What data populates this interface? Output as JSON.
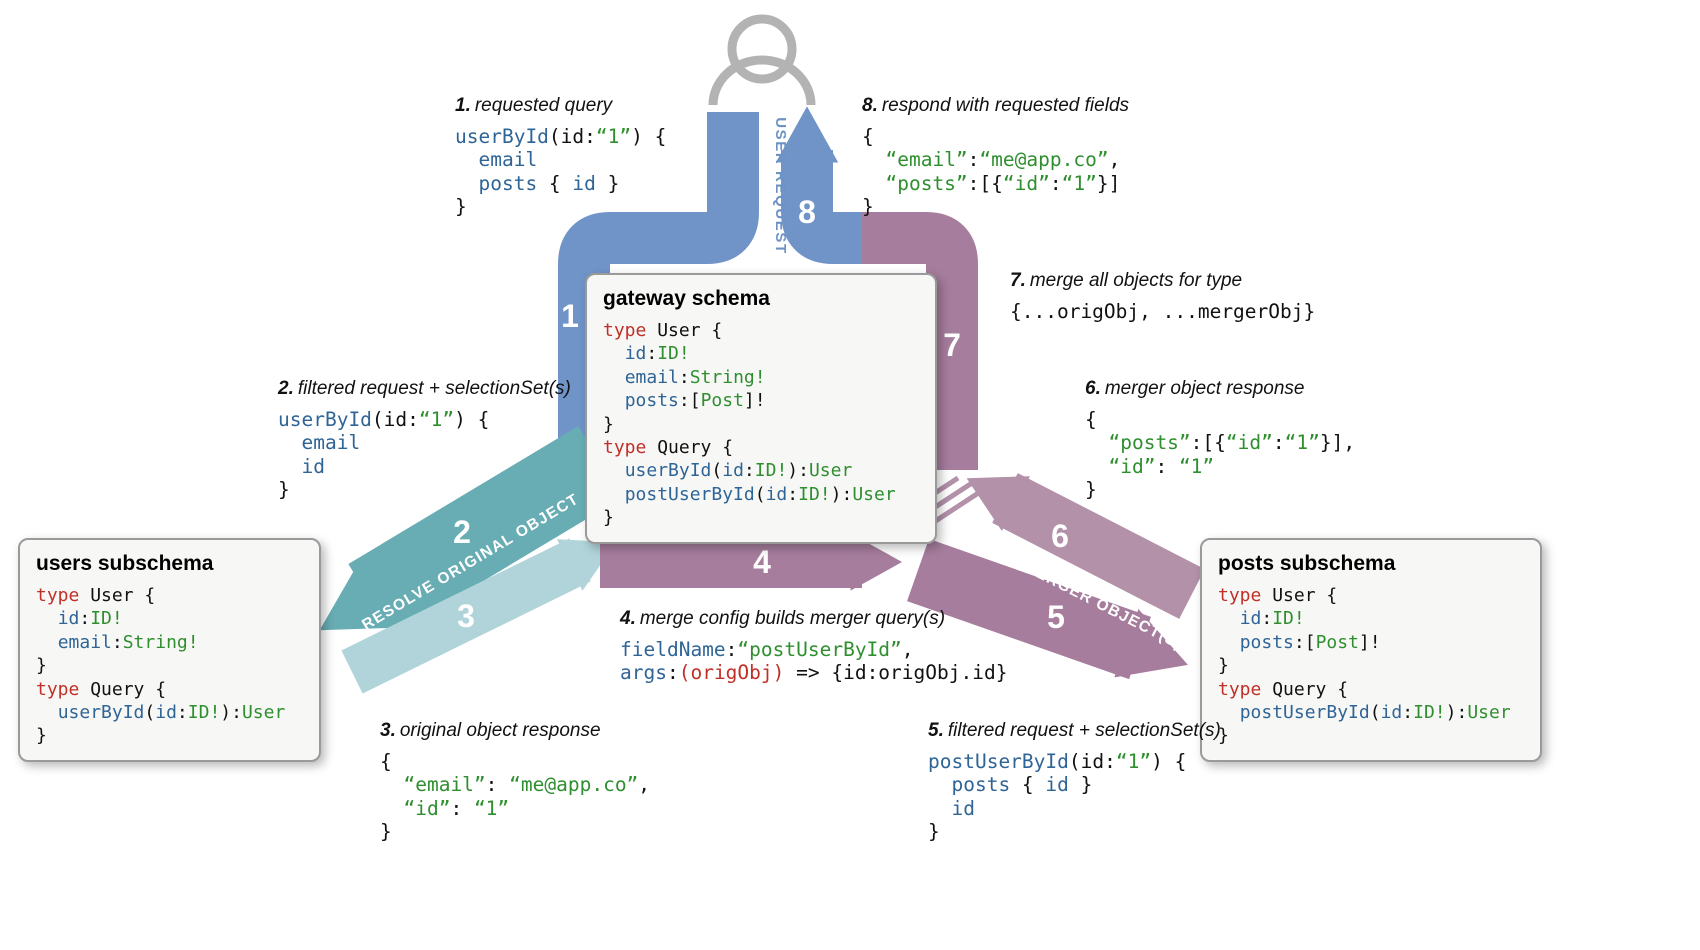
{
  "arrows": {
    "user_request_label": "USER REQUEST",
    "resolve_original_label": "RESOLVE ORIGINAL OBJECT",
    "resolve_merger_label": "RESOLVE MERGER OBJECT(S)",
    "numbers": [
      "1",
      "2",
      "3",
      "4",
      "5",
      "6",
      "7",
      "8"
    ],
    "colors": {
      "blue": "#7094c8",
      "teal": "#68acb4",
      "teal_light": "#b0d4da",
      "purple": "#a67d9d",
      "purple_light": "#b391a9"
    }
  },
  "code_colors": {
    "keyword_red": "#c03028",
    "field_blue": "#2f6496",
    "type_green": "#2f8f2f",
    "string_green": "#2f8f2f",
    "plain": "#111111"
  },
  "boxes": {
    "gateway": {
      "title": "gateway schema",
      "code": [
        [
          [
            "type",
            "k"
          ],
          [
            " User {",
            "p"
          ]
        ],
        [
          [
            "  ",
            "p"
          ],
          [
            "id",
            "f"
          ],
          [
            ":",
            "p"
          ],
          [
            "ID!",
            "t"
          ]
        ],
        [
          [
            "  ",
            "p"
          ],
          [
            "email",
            "f"
          ],
          [
            ":",
            "p"
          ],
          [
            "String!",
            "t"
          ]
        ],
        [
          [
            "  ",
            "p"
          ],
          [
            "posts",
            "f"
          ],
          [
            ":[",
            "p"
          ],
          [
            "Post",
            "t"
          ],
          [
            "]!",
            "p"
          ]
        ],
        [
          [
            "}",
            "p"
          ]
        ],
        [
          [
            "type",
            "k"
          ],
          [
            " Query {",
            "p"
          ]
        ],
        [
          [
            "  ",
            "p"
          ],
          [
            "userById",
            "f"
          ],
          [
            "(",
            "p"
          ],
          [
            "id",
            "f"
          ],
          [
            ":",
            "p"
          ],
          [
            "ID!",
            "t"
          ],
          [
            "):",
            "p"
          ],
          [
            "User",
            "t"
          ]
        ],
        [
          [
            "  ",
            "p"
          ],
          [
            "postUserById",
            "f"
          ],
          [
            "(",
            "p"
          ],
          [
            "id",
            "f"
          ],
          [
            ":",
            "p"
          ],
          [
            "ID!",
            "t"
          ],
          [
            "):",
            "p"
          ],
          [
            "User",
            "t"
          ]
        ],
        [
          [
            "}",
            "p"
          ]
        ]
      ]
    },
    "users": {
      "title": "users subschema",
      "code": [
        [
          [
            "type",
            "k"
          ],
          [
            " User {",
            "p"
          ]
        ],
        [
          [
            "  ",
            "p"
          ],
          [
            "id",
            "f"
          ],
          [
            ":",
            "p"
          ],
          [
            "ID!",
            "t"
          ]
        ],
        [
          [
            "  ",
            "p"
          ],
          [
            "email",
            "f"
          ],
          [
            ":",
            "p"
          ],
          [
            "String!",
            "t"
          ]
        ],
        [
          [
            "}",
            "p"
          ]
        ],
        [
          [
            "type",
            "k"
          ],
          [
            " Query {",
            "p"
          ]
        ],
        [
          [
            "  ",
            "p"
          ],
          [
            "userById",
            "f"
          ],
          [
            "(",
            "p"
          ],
          [
            "id",
            "f"
          ],
          [
            ":",
            "p"
          ],
          [
            "ID!",
            "t"
          ],
          [
            "):",
            "p"
          ],
          [
            "User",
            "t"
          ]
        ],
        [
          [
            "}",
            "p"
          ]
        ]
      ]
    },
    "posts": {
      "title": "posts subschema",
      "code": [
        [
          [
            "type",
            "k"
          ],
          [
            " User {",
            "p"
          ]
        ],
        [
          [
            "  ",
            "p"
          ],
          [
            "id",
            "f"
          ],
          [
            ":",
            "p"
          ],
          [
            "ID!",
            "t"
          ]
        ],
        [
          [
            "  ",
            "p"
          ],
          [
            "posts",
            "f"
          ],
          [
            ":[",
            "p"
          ],
          [
            "Post",
            "t"
          ],
          [
            "]!",
            "p"
          ]
        ],
        [
          [
            "}",
            "p"
          ]
        ],
        [
          [
            "type",
            "k"
          ],
          [
            " Query {",
            "p"
          ]
        ],
        [
          [
            "  ",
            "p"
          ],
          [
            "postUserById",
            "f"
          ],
          [
            "(",
            "p"
          ],
          [
            "id",
            "f"
          ],
          [
            ":",
            "p"
          ],
          [
            "ID!",
            "t"
          ],
          [
            "):",
            "p"
          ],
          [
            "User",
            "t"
          ]
        ],
        [
          [
            "}",
            "p"
          ]
        ]
      ]
    }
  },
  "annotations": [
    {
      "num": "1.",
      "title": "requested query",
      "code": [
        [
          [
            "userById",
            "f"
          ],
          [
            "(id:",
            "p"
          ],
          [
            "“1”",
            "s"
          ],
          [
            ") {",
            "p"
          ]
        ],
        [
          [
            "  ",
            "p"
          ],
          [
            "email",
            "f"
          ]
        ],
        [
          [
            "  ",
            "p"
          ],
          [
            "posts",
            "f"
          ],
          [
            " { ",
            "p"
          ],
          [
            "id",
            "f"
          ],
          [
            " }",
            "p"
          ]
        ],
        [
          [
            "}",
            "p"
          ]
        ]
      ]
    },
    {
      "num": "2.",
      "title": "filtered request + selectionSet(s)",
      "code": [
        [
          [
            "userById",
            "f"
          ],
          [
            "(id:",
            "p"
          ],
          [
            "“1”",
            "s"
          ],
          [
            ") {",
            "p"
          ]
        ],
        [
          [
            "  ",
            "p"
          ],
          [
            "email",
            "f"
          ]
        ],
        [
          [
            "  ",
            "p"
          ],
          [
            "id",
            "f"
          ]
        ],
        [
          [
            "}",
            "p"
          ]
        ]
      ]
    },
    {
      "num": "3.",
      "title": "original object response",
      "code": [
        [
          [
            "{",
            "p"
          ]
        ],
        [
          [
            "  ",
            "p"
          ],
          [
            "“email”",
            "s"
          ],
          [
            ": ",
            "p"
          ],
          [
            "“me@app.co”",
            "s"
          ],
          [
            ",",
            "p"
          ]
        ],
        [
          [
            "  ",
            "p"
          ],
          [
            "“id”",
            "s"
          ],
          [
            ": ",
            "p"
          ],
          [
            "“1”",
            "s"
          ]
        ],
        [
          [
            "}",
            "p"
          ]
        ]
      ]
    },
    {
      "num": "4.",
      "title": "merge config builds merger query(s)",
      "code": [
        [
          [
            "fieldName",
            "f"
          ],
          [
            ":",
            "p"
          ],
          [
            "“postUserById”",
            "s"
          ],
          [
            ",",
            "p"
          ]
        ],
        [
          [
            "args",
            "f"
          ],
          [
            ":",
            "p"
          ],
          [
            "(origObj)",
            "k"
          ],
          [
            " => {id:origObj.id}",
            "p"
          ]
        ]
      ]
    },
    {
      "num": "5.",
      "title": "filtered request + selectionSet(s)",
      "code": [
        [
          [
            "postUserById",
            "f"
          ],
          [
            "(id:",
            "p"
          ],
          [
            "“1”",
            "s"
          ],
          [
            ") {",
            "p"
          ]
        ],
        [
          [
            "  ",
            "p"
          ],
          [
            "posts",
            "f"
          ],
          [
            " { ",
            "p"
          ],
          [
            "id",
            "f"
          ],
          [
            " }",
            "p"
          ]
        ],
        [
          [
            "  ",
            "p"
          ],
          [
            "id",
            "f"
          ]
        ],
        [
          [
            "}",
            "p"
          ]
        ]
      ]
    },
    {
      "num": "6.",
      "title": "merger object response",
      "code": [
        [
          [
            "{",
            "p"
          ]
        ],
        [
          [
            "  ",
            "p"
          ],
          [
            "“posts”",
            "s"
          ],
          [
            ":[{",
            "p"
          ],
          [
            "“id”",
            "s"
          ],
          [
            ":",
            "p"
          ],
          [
            "“1”",
            "s"
          ],
          [
            "}],",
            "p"
          ]
        ],
        [
          [
            "  ",
            "p"
          ],
          [
            "“id”",
            "s"
          ],
          [
            ": ",
            "p"
          ],
          [
            "“1”",
            "s"
          ]
        ],
        [
          [
            "}",
            "p"
          ]
        ]
      ]
    },
    {
      "num": "7.",
      "title": "merge all objects for type",
      "code": [
        [
          [
            "{...origObj, ...mergerObj}",
            "p"
          ]
        ]
      ]
    },
    {
      "num": "8.",
      "title": "respond with requested fields",
      "code": [
        [
          [
            "{",
            "p"
          ]
        ],
        [
          [
            "  ",
            "p"
          ],
          [
            "“email”",
            "s"
          ],
          [
            ":",
            "p"
          ],
          [
            "“me@app.co”",
            "s"
          ],
          [
            ",",
            "p"
          ]
        ],
        [
          [
            "  ",
            "p"
          ],
          [
            "“posts”",
            "s"
          ],
          [
            ":[{",
            "p"
          ],
          [
            "“id”",
            "s"
          ],
          [
            ":",
            "p"
          ],
          [
            "“1”",
            "s"
          ],
          [
            "}]",
            "p"
          ]
        ],
        [
          [
            "}",
            "p"
          ]
        ]
      ]
    }
  ]
}
